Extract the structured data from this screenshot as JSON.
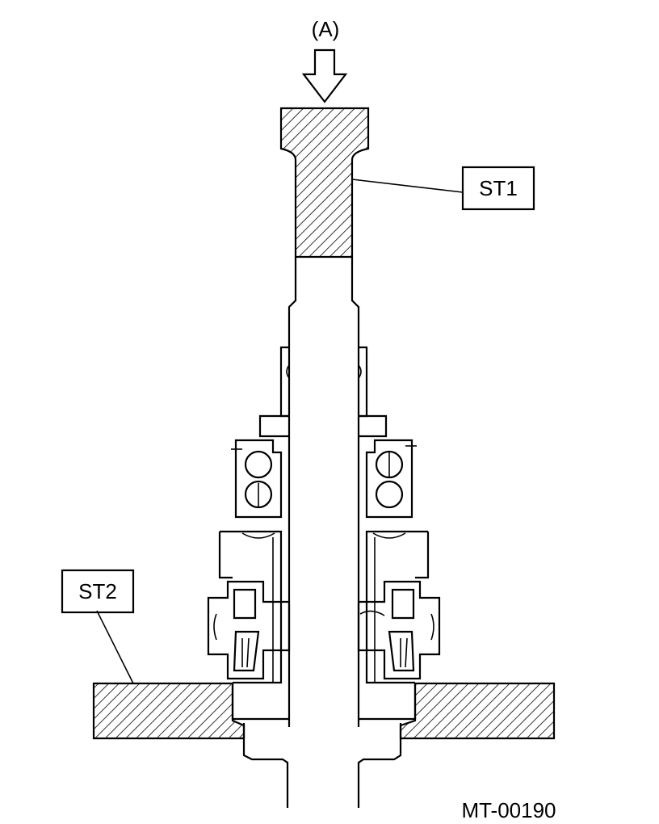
{
  "labels": {
    "force_arrow": "(A)",
    "tool_top": "ST1",
    "tool_bottom": "ST2",
    "figure_code": "MT-00190"
  }
}
